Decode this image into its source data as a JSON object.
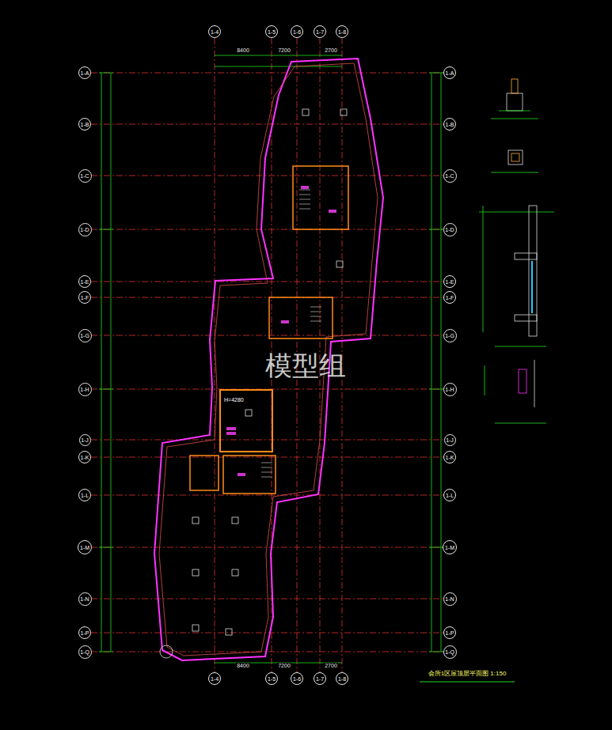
{
  "diagram": {
    "title": "会所1区屋顶层平面图 1:150",
    "nodes": [
      {
        "text": [
          "1-4"
        ]
      },
      {
        "text": [
          "1-5"
        ]
      },
      {
        "text": [
          "1-6"
        ]
      },
      {
        "text": [
          "1-7"
        ]
      },
      {
        "text": [
          "1-8"
        ]
      },
      {
        "text": [
          "1-A"
        ]
      },
      {
        "text": [
          "1-B"
        ]
      },
      {
        "text": [
          "1-C"
        ]
      },
      {
        "text": [
          "1-D"
        ]
      },
      {
        "text": [
          "1-E"
        ]
      },
      {
        "text": [
          "1-F"
        ]
      },
      {
        "text": [
          "1-G"
        ]
      },
      {
        "text": [
          "1-H"
        ]
      },
      {
        "text": [
          "1-J"
        ]
      },
      {
        "text": [
          "1-K"
        ]
      },
      {
        "text": [
          "1-L"
        ]
      },
      {
        "text": [
          "1-M"
        ]
      },
      {
        "text": [
          "1-N"
        ]
      },
      {
        "text": [
          "1-P"
        ]
      },
      {
        "text": [
          "1-Q"
        ]
      },
      {
        "text": [
          "1-A"
        ]
      },
      {
        "text": [
          "1-B"
        ]
      },
      {
        "text": [
          "1-C"
        ]
      },
      {
        "text": [
          "1-D"
        ]
      },
      {
        "text": [
          "1-E"
        ]
      },
      {
        "text": [
          "1-F"
        ]
      },
      {
        "text": [
          "1-G"
        ]
      },
      {
        "text": [
          "1-H"
        ]
      },
      {
        "text": [
          "1-J"
        ]
      },
      {
        "text": [
          "1-K"
        ]
      },
      {
        "text": [
          "1-L"
        ]
      },
      {
        "text": [
          "1-M"
        ]
      },
      {
        "text": [
          "1-N"
        ]
      },
      {
        "text": [
          "1-P"
        ]
      },
      {
        "text": [
          "1-Q"
        ]
      },
      {
        "text": [
          "1-4"
        ]
      },
      {
        "text": [
          "1-5"
        ]
      },
      {
        "text": [
          "1-6"
        ]
      },
      {
        "text": [
          "1-7"
        ]
      },
      {
        "text": [
          "1-8"
        ]
      },
      {
        "text": [
          "H=4280"
        ]
      }
    ],
    "labels": [
      "8400",
      "7200",
      "2700",
      "8400",
      "7200",
      "2700",
      "模型组"
    ]
  }
}
